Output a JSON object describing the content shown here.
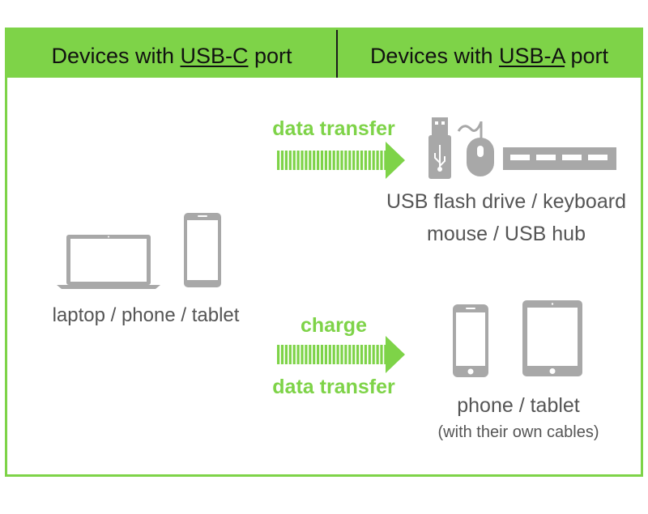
{
  "header": {
    "left": {
      "prefix": "Devices with ",
      "port": "USB-C",
      "suffix": " port"
    },
    "right": {
      "prefix": "Devices with ",
      "port": "USB-A",
      "suffix": " port"
    }
  },
  "left_devices": {
    "label": "laptop / phone / tablet"
  },
  "top_flow": {
    "arrow_label": "data transfer",
    "devices_line1": "USB flash drive / keyboard",
    "devices_line2": "mouse / USB hub"
  },
  "bottom_flow": {
    "arrow_label_top": "charge",
    "arrow_label_bottom": "data transfer",
    "devices_label": "phone / tablet",
    "devices_note": "(with their own cables)"
  },
  "colors": {
    "accent": "#7ed348",
    "icon": "#a8a8a8",
    "text": "#555555"
  },
  "icons": [
    "laptop-icon",
    "phone-icon",
    "usb-flash-drive-icon",
    "mouse-icon",
    "usb-hub-icon",
    "tablet-icon",
    "arrow-right-icon"
  ]
}
